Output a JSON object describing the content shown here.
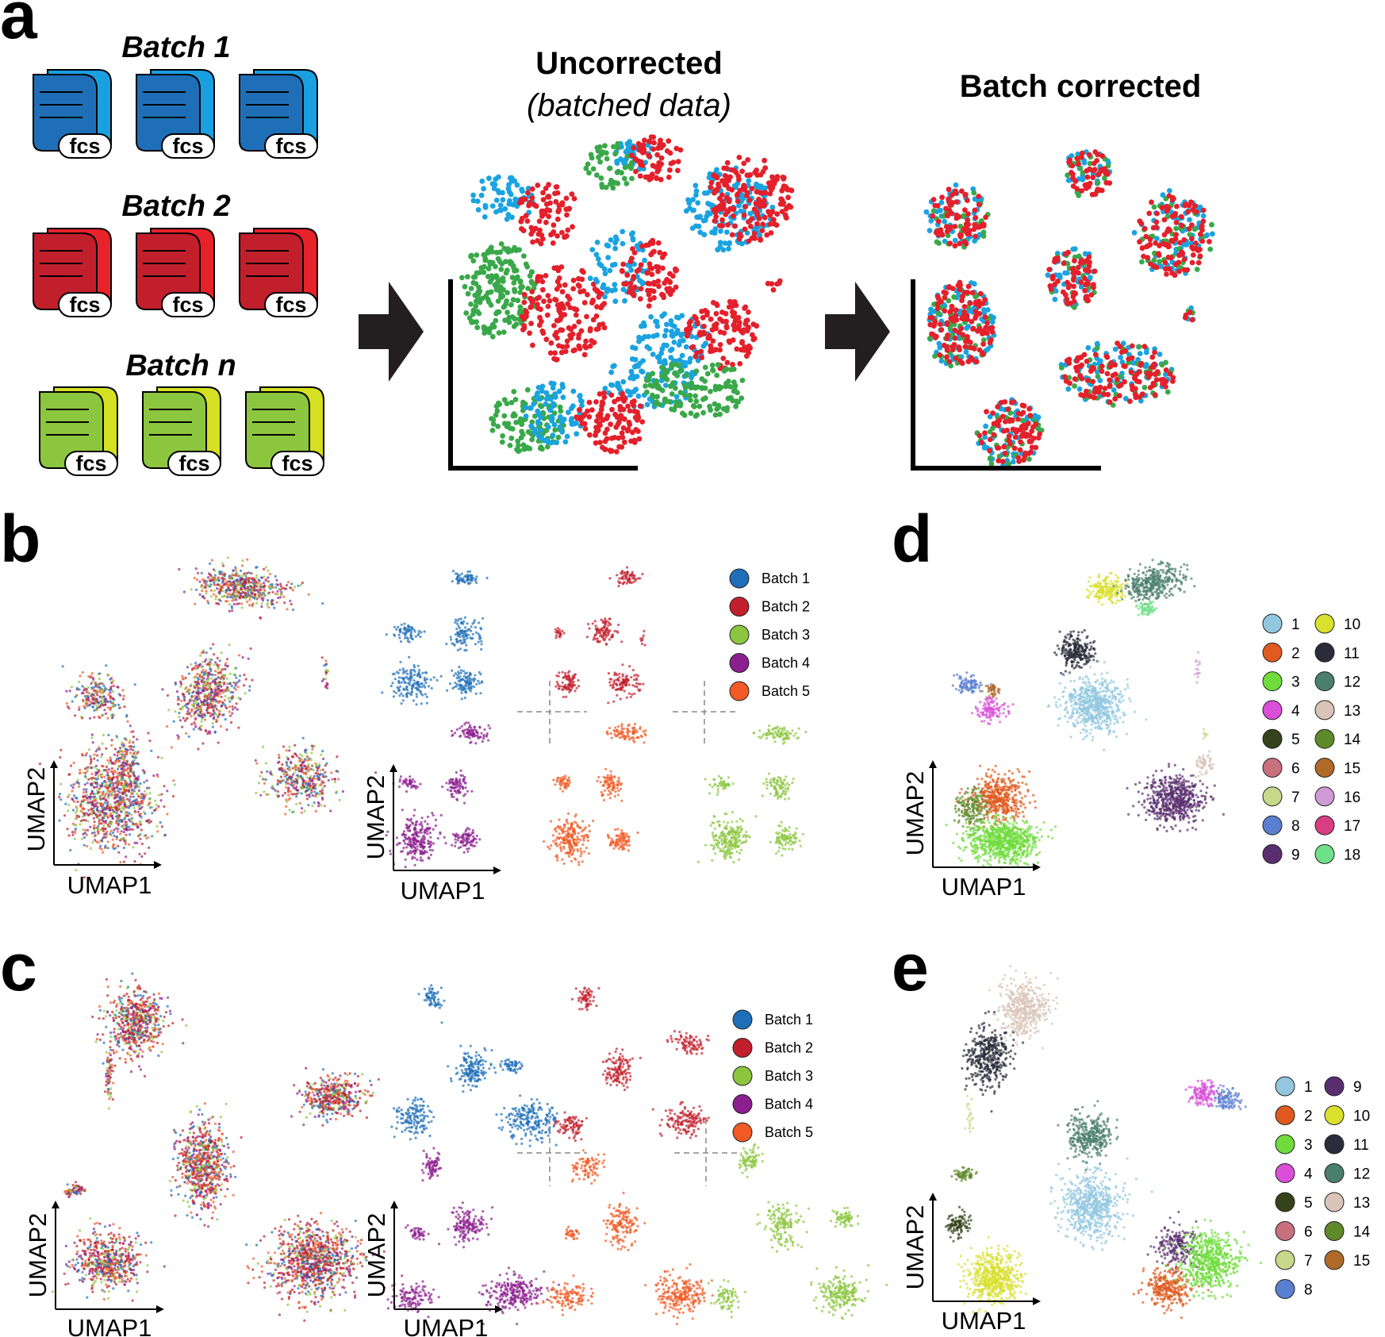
{
  "panels": {
    "a": "a",
    "b": "b",
    "c": "c",
    "d": "d",
    "e": "e"
  },
  "panel_a": {
    "batches": [
      {
        "label": "Batch 1",
        "front": "#1f6fb8",
        "back": "#1aa0e0"
      },
      {
        "label": "Batch 2",
        "front": "#c21f2c",
        "back": "#e8222a"
      },
      {
        "label": "Batch n",
        "front": "#8cc63f",
        "back": "#d4e021"
      }
    ],
    "file_label": "fcs",
    "uncorrected_title": "Uncorrected",
    "uncorrected_subtitle": "(batched data)",
    "corrected_title": "Batch corrected",
    "dot_colors": {
      "blue": "#1aa3e0",
      "red": "#e3202b",
      "green": "#3aa84a"
    }
  },
  "axes": {
    "umap1": "UMAP1",
    "umap2": "UMAP2"
  },
  "batch_legend": [
    {
      "label": "Batch 1",
      "color": "#1f6fb8"
    },
    {
      "label": "Batch  2",
      "color": "#c21f2c"
    },
    {
      "label": "Batch  3",
      "color": "#8cc63f"
    },
    {
      "label": "Batch  4",
      "color": "#8b1f8e"
    },
    {
      "label": "Batch  5",
      "color": "#f15a24"
    }
  ],
  "cluster_legend_d": [
    {
      "label": "1",
      "color": "#93c7df"
    },
    {
      "label": "2",
      "color": "#e05a1f"
    },
    {
      "label": "3",
      "color": "#6fdc3c"
    },
    {
      "label": "4",
      "color": "#d94fd8"
    },
    {
      "label": "5",
      "color": "#35431a"
    },
    {
      "label": "6",
      "color": "#c9707e"
    },
    {
      "label": "7",
      "color": "#c8d88a"
    },
    {
      "label": "8",
      "color": "#5b7fd0"
    },
    {
      "label": "9",
      "color": "#5a2e6e"
    },
    {
      "label": "10",
      "color": "#d9e02e"
    },
    {
      "label": "11",
      "color": "#2b2b3a"
    },
    {
      "label": "12",
      "color": "#4a7f6e"
    },
    {
      "label": "13",
      "color": "#d9c5b8"
    },
    {
      "label": "14",
      "color": "#5e8a2a"
    },
    {
      "label": "15",
      "color": "#b06a2a"
    },
    {
      "label": "16",
      "color": "#cf9ad6"
    },
    {
      "label": "17",
      "color": "#d93d84"
    },
    {
      "label": "18",
      "color": "#6fe08a"
    }
  ],
  "cluster_legend_e": [
    {
      "label": "1",
      "color": "#93c7df"
    },
    {
      "label": "2",
      "color": "#e05a1f"
    },
    {
      "label": "3",
      "color": "#6fdc3c"
    },
    {
      "label": "4",
      "color": "#d94fd8"
    },
    {
      "label": "5",
      "color": "#35431a"
    },
    {
      "label": "6",
      "color": "#c9707e"
    },
    {
      "label": "7",
      "color": "#c8d88a"
    },
    {
      "label": "8",
      "color": "#5b7fd0"
    },
    {
      "label": "9",
      "color": "#5a2e6e"
    },
    {
      "label": "10",
      "color": "#d9e02e"
    },
    {
      "label": "11",
      "color": "#2b2b3a"
    },
    {
      "label": "12",
      "color": "#4a7f6e"
    },
    {
      "label": "13",
      "color": "#d9c5b8"
    },
    {
      "label": "14",
      "color": "#5e8a2a"
    },
    {
      "label": "15",
      "color": "#b06a2a"
    }
  ]
}
